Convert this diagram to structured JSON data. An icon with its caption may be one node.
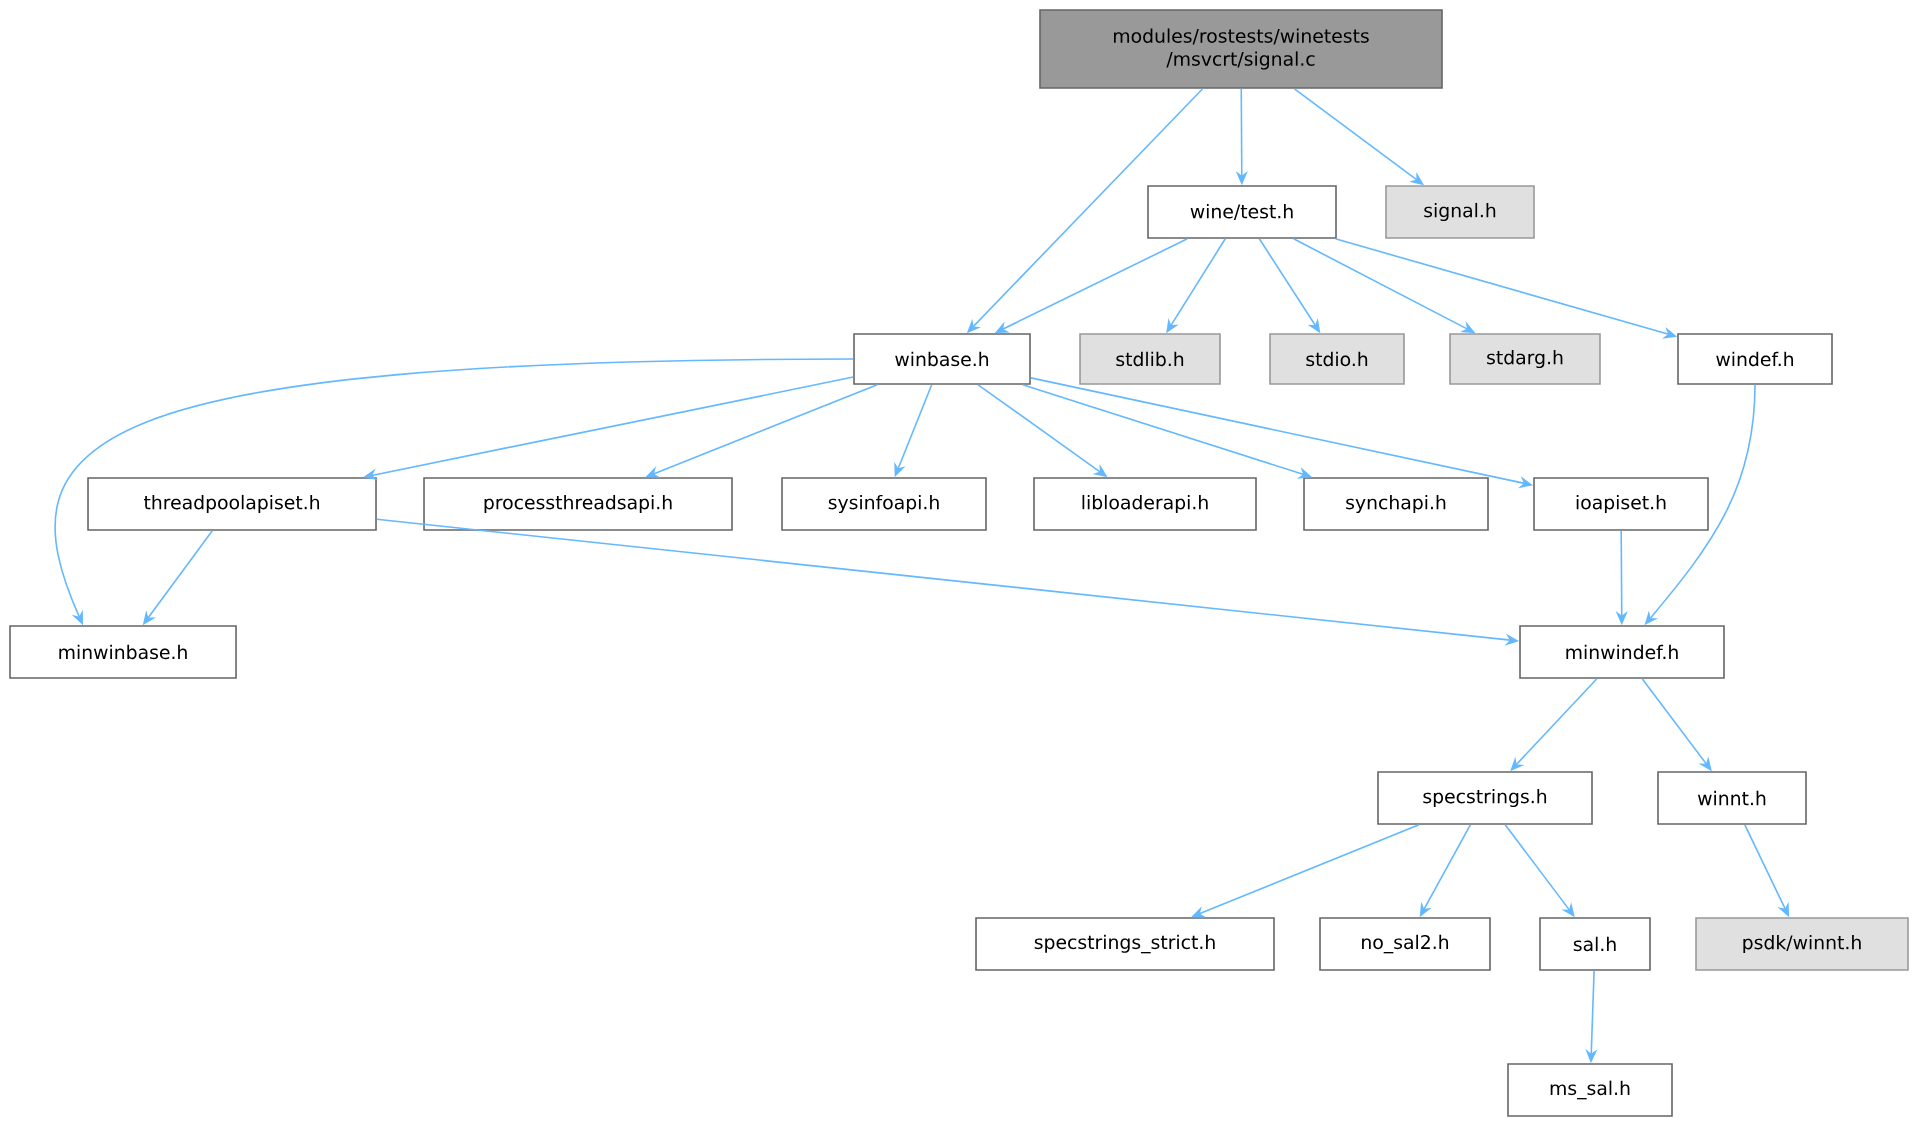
{
  "diagram": {
    "nodes": [
      {
        "text": [
          "modules/rostests/winetests /msvcrt/signal.c"
        ]
      },
      {
        "text": [
          "wine/test.h"
        ]
      },
      {
        "text": [
          "signal.h"
        ]
      },
      {
        "text": [
          "winbase.h"
        ]
      },
      {
        "text": [
          "stdlib.h"
        ]
      },
      {
        "text": [
          "stdio.h"
        ]
      },
      {
        "text": [
          "stdarg.h"
        ]
      },
      {
        "text": [
          "windef.h"
        ]
      },
      {
        "text": [
          "threadpoolapiset.h"
        ]
      },
      {
        "text": [
          "processthreadsapi.h"
        ]
      },
      {
        "text": [
          "sysinfoapi.h"
        ]
      },
      {
        "text": [
          "libloaderapi.h"
        ]
      },
      {
        "text": [
          "synchapi.h"
        ]
      },
      {
        "text": [
          "ioapiset.h"
        ]
      },
      {
        "text": [
          "minwinbase.h"
        ]
      },
      {
        "text": [
          "minwindef.h"
        ]
      },
      {
        "text": [
          "specstrings.h"
        ]
      },
      {
        "text": [
          "winnt.h"
        ]
      },
      {
        "text": [
          "specstrings_strict.h"
        ]
      },
      {
        "text": [
          "no_sal2.h"
        ]
      },
      {
        "text": [
          "sal.h"
        ]
      },
      {
        "text": [
          "psdk/winnt.h"
        ]
      },
      {
        "text": [
          "ms_sal.h"
        ]
      }
    ],
    "edges": [
      {
        "from": 0,
        "to": 3,
        "arrow": "to"
      },
      {
        "from": 0,
        "to": 1,
        "arrow": "to"
      },
      {
        "from": 0,
        "to": 2,
        "arrow": "to"
      },
      {
        "from": 1,
        "to": 3,
        "arrow": "to"
      },
      {
        "from": 1,
        "to": 4,
        "arrow": "to"
      },
      {
        "from": 1,
        "to": 5,
        "arrow": "to"
      },
      {
        "from": 1,
        "to": 6,
        "arrow": "to"
      },
      {
        "from": 1,
        "to": 7,
        "arrow": "to"
      },
      {
        "from": 3,
        "to": 14,
        "arrow": "to"
      },
      {
        "from": 3,
        "to": 8,
        "arrow": "to"
      },
      {
        "from": 3,
        "to": 9,
        "arrow": "to"
      },
      {
        "from": 3,
        "to": 10,
        "arrow": "to"
      },
      {
        "from": 3,
        "to": 11,
        "arrow": "to"
      },
      {
        "from": 3,
        "to": 12,
        "arrow": "to"
      },
      {
        "from": 3,
        "to": 13,
        "arrow": "to"
      },
      {
        "from": 7,
        "to": 15,
        "arrow": "to"
      },
      {
        "from": 8,
        "to": 14,
        "arrow": "to"
      },
      {
        "from": 8,
        "to": 15,
        "arrow": "to"
      },
      {
        "from": 13,
        "to": 15,
        "arrow": "to"
      },
      {
        "from": 15,
        "to": 16,
        "arrow": "to"
      },
      {
        "from": 15,
        "to": 17,
        "arrow": "to"
      },
      {
        "from": 16,
        "to": 18,
        "arrow": "to"
      },
      {
        "from": 16,
        "to": 19,
        "arrow": "to"
      },
      {
        "from": 16,
        "to": 20,
        "arrow": "to"
      },
      {
        "from": 17,
        "to": 21,
        "arrow": "to"
      },
      {
        "from": 20,
        "to": 22,
        "arrow": "to"
      }
    ]
  }
}
